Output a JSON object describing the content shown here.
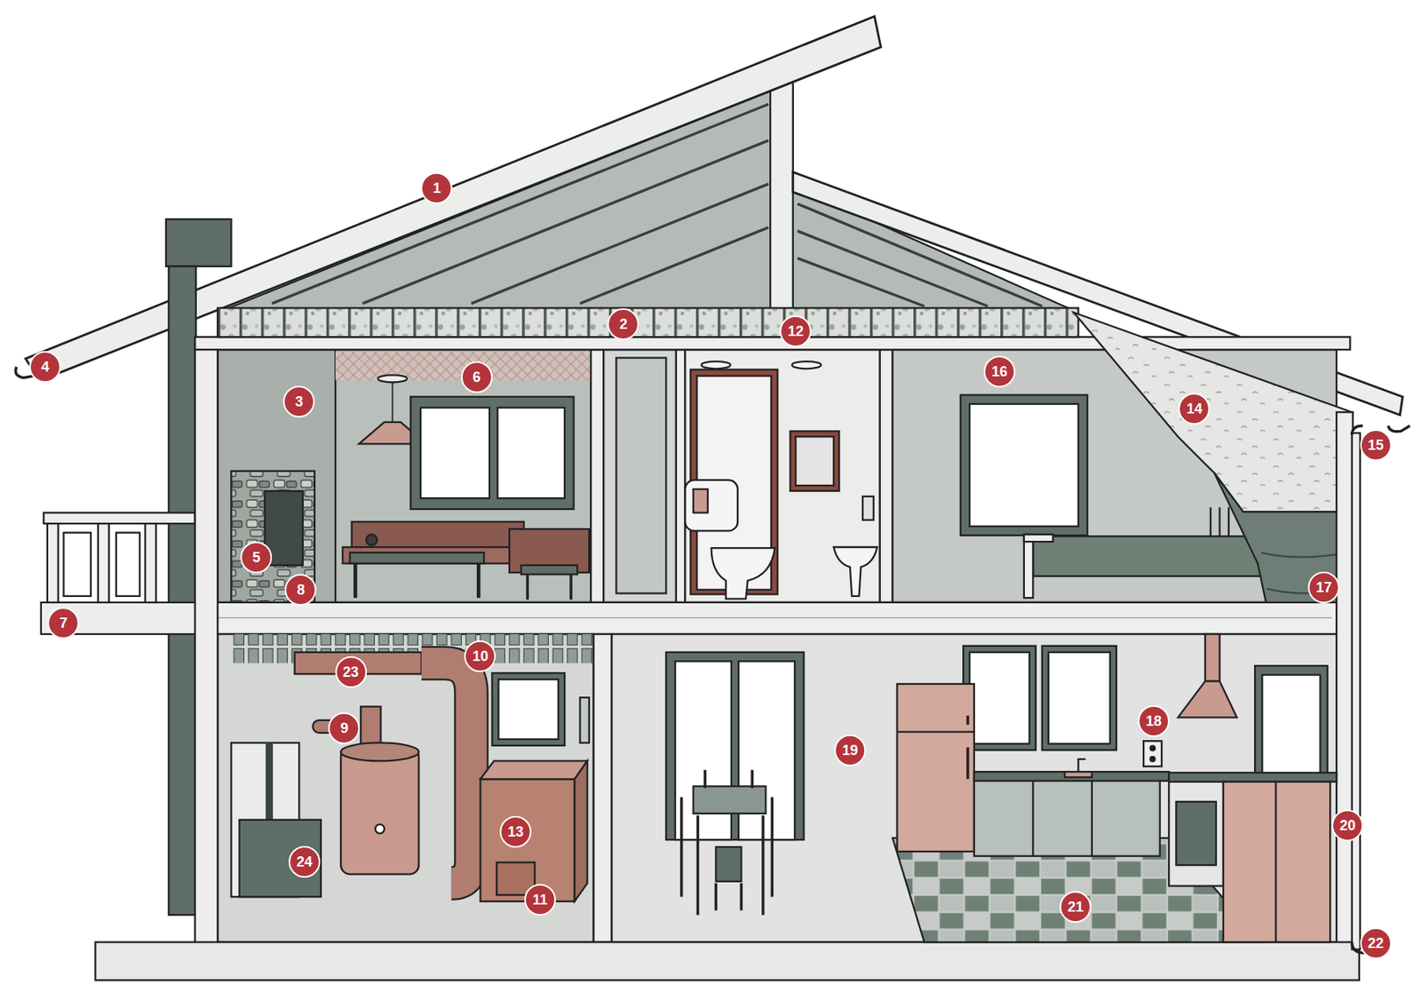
{
  "diagram": {
    "labels": [
      "1",
      "2",
      "3",
      "4",
      "5",
      "6",
      "7",
      "8",
      "9",
      "10",
      "11",
      "12",
      "13",
      "14",
      "15",
      "16",
      "17",
      "18",
      "19",
      "20",
      "21",
      "22",
      "23",
      "24"
    ]
  }
}
